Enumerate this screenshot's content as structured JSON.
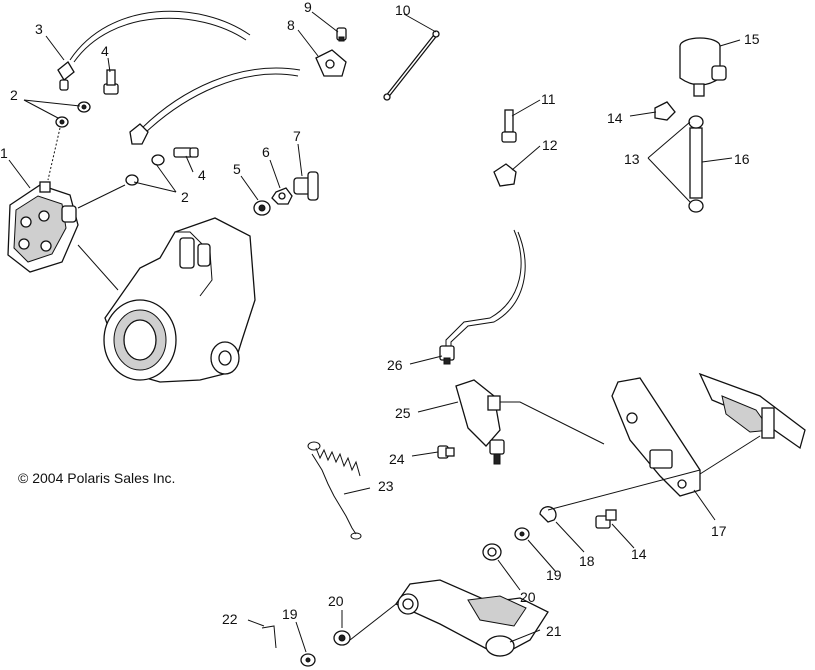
{
  "diagram": {
    "copyright": "© 2004 Polaris Sales Inc.",
    "callouts": {
      "n1": "1",
      "n2a": "2",
      "n2b": "2",
      "n3": "3",
      "n4a": "4",
      "n4b": "4",
      "n5": "5",
      "n6": "6",
      "n7": "7",
      "n8": "8",
      "n9": "9",
      "n10": "10",
      "n11": "11",
      "n12": "12",
      "n13": "13",
      "n14a": "14",
      "n14b": "14",
      "n15": "15",
      "n16": "16",
      "n17": "17",
      "n18": "18",
      "n19a": "19",
      "n19b": "19",
      "n20a": "20",
      "n20b": "20",
      "n21": "21",
      "n22": "22",
      "n23": "23",
      "n24": "24",
      "n25": "25",
      "n26": "26"
    }
  }
}
